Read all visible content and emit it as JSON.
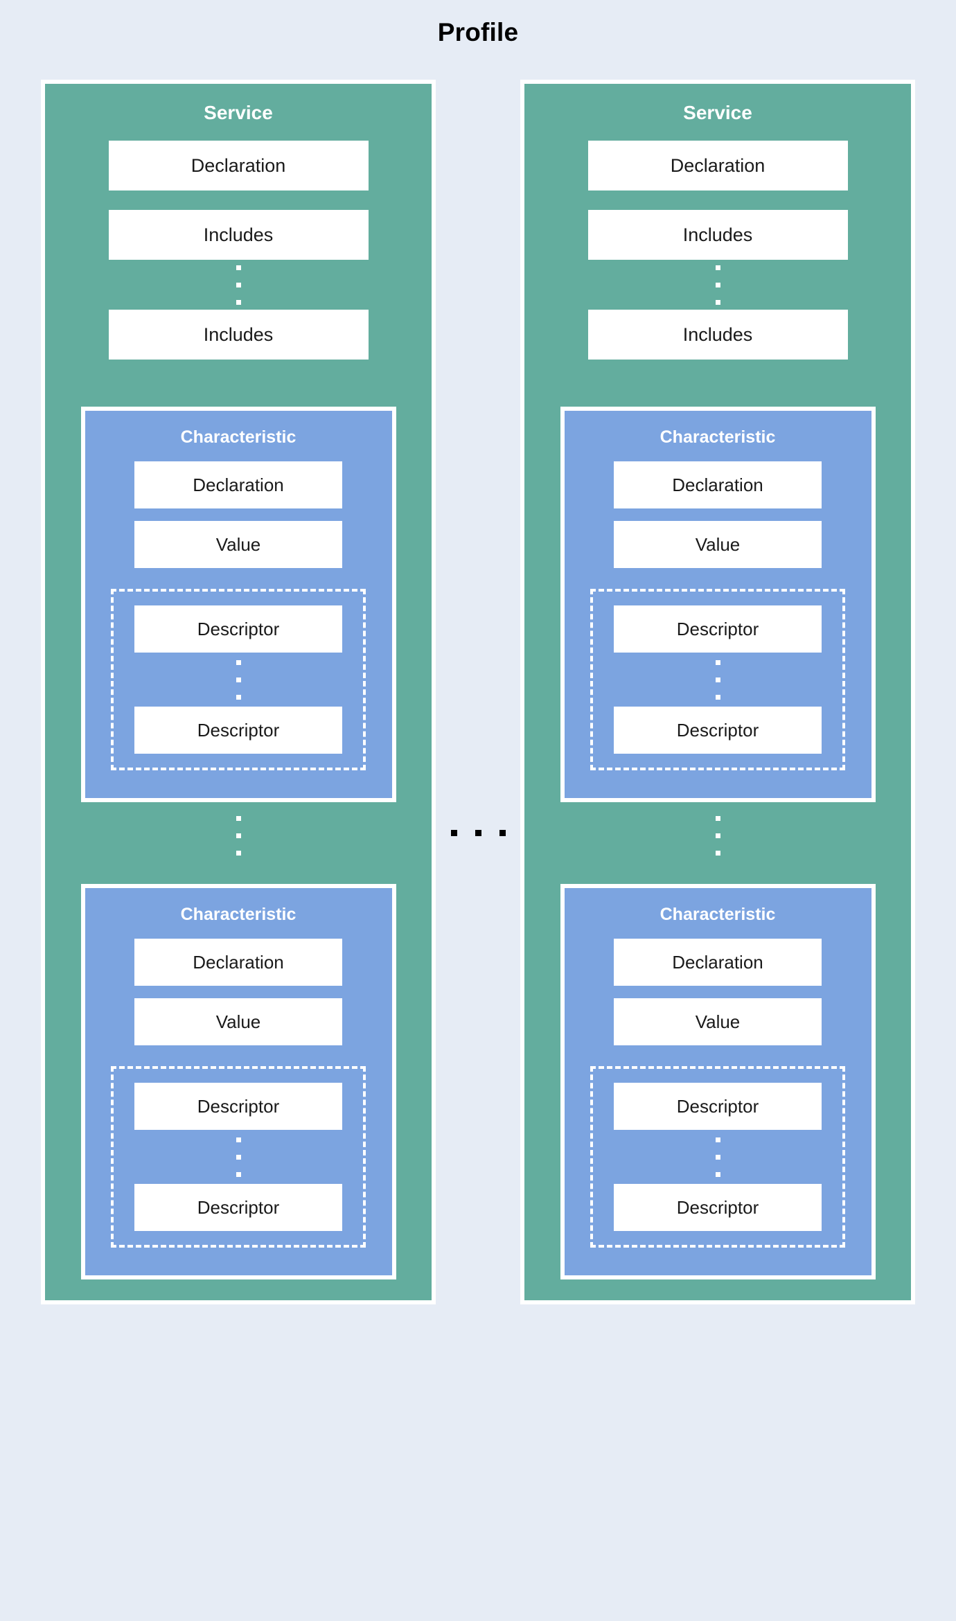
{
  "diagram": {
    "title": "Profile",
    "title_color": "#000000",
    "background_color": "#e6ecf5",
    "service_color": "#63ad9e",
    "characteristic_color": "#7ca4e0",
    "leaf_color": "#ffffff",
    "border_color": "#ffffff",
    "ellipsis_horizontal_color": "#000000",
    "ellipsis_vertical_color": "#ffffff"
  },
  "columns": [
    {
      "service": {
        "title": "Service",
        "leaves": [
          {
            "label": "Declaration"
          },
          {
            "label": "Includes"
          }
        ],
        "ellipsis_after_includes": "⋮",
        "trailing_leaf": {
          "label": "Includes"
        },
        "characteristics": [
          {
            "title": "Characteristic",
            "declaration": "Declaration",
            "value": "Value",
            "descriptors": {
              "first": "Descriptor",
              "ellipsis": "⋮",
              "last": "Descriptor"
            }
          },
          {
            "title": "Characteristic",
            "declaration": "Declaration",
            "value": "Value",
            "descriptors": {
              "first": "Descriptor",
              "ellipsis": "⋮",
              "last": "Descriptor"
            }
          }
        ],
        "ellipsis_between_characteristics": "⋮"
      }
    },
    {
      "service": {
        "title": "Service",
        "leaves": [
          {
            "label": "Declaration"
          },
          {
            "label": "Includes"
          }
        ],
        "ellipsis_after_includes": "⋮",
        "trailing_leaf": {
          "label": "Includes"
        },
        "characteristics": [
          {
            "title": "Characteristic",
            "declaration": "Declaration",
            "value": "Value",
            "descriptors": {
              "first": "Descriptor",
              "ellipsis": "⋮",
              "last": "Descriptor"
            }
          },
          {
            "title": "Characteristic",
            "declaration": "Declaration",
            "value": "Value",
            "descriptors": {
              "first": "Descriptor",
              "ellipsis": "⋮",
              "last": "Descriptor"
            }
          }
        ],
        "ellipsis_between_characteristics": "⋮"
      }
    }
  ],
  "ellipsis_between_columns": "..."
}
